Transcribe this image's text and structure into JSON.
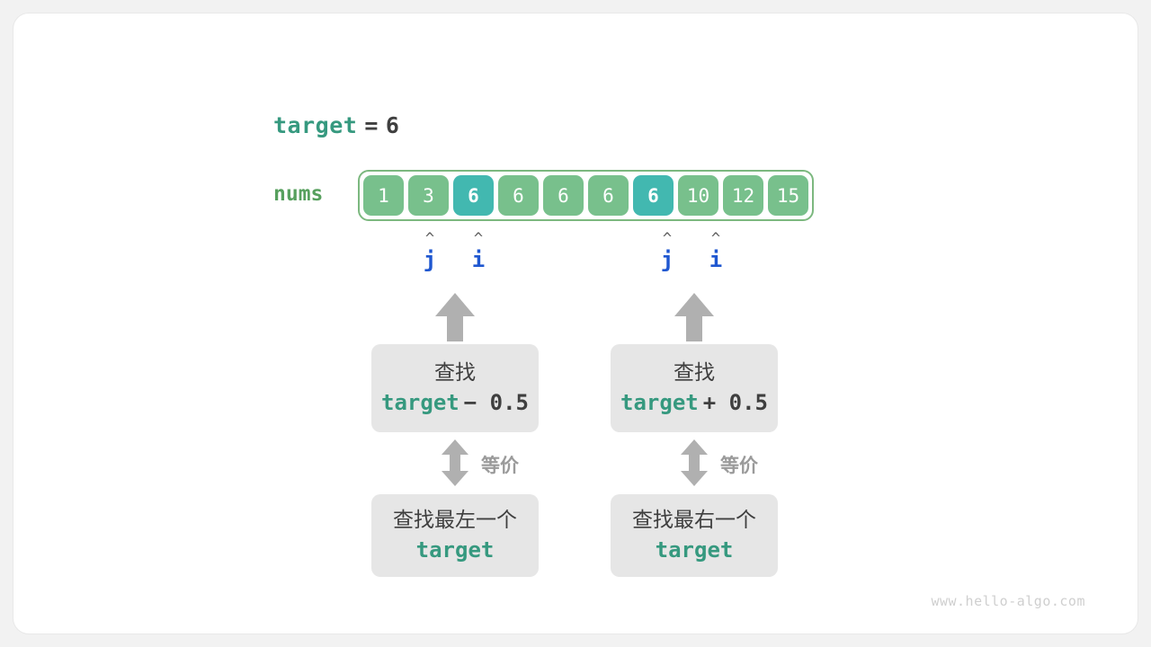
{
  "diagram": {
    "title_expr": {
      "var": "target",
      "op": "=",
      "value": "6"
    },
    "array": {
      "label": "nums",
      "values": [
        "1",
        "3",
        "6",
        "6",
        "6",
        "6",
        "6",
        "10",
        "12",
        "15"
      ],
      "highlighted_indices": [
        2,
        6
      ],
      "border_color": "#7cb87f",
      "cell_color": "#78c08c",
      "highlight_color": "#42b8b0"
    },
    "pointers": [
      {
        "caret": "^",
        "name": "j",
        "index": 1
      },
      {
        "caret": "^",
        "name": "i",
        "index": 2
      },
      {
        "caret": "^",
        "name": "j",
        "index": 6
      },
      {
        "caret": "^",
        "name": "i",
        "index": 7
      }
    ],
    "groups": [
      {
        "top_box": {
          "line1": "查找",
          "var": "target",
          "op": "− 0.5"
        },
        "equiv_label": "等价",
        "bottom_box": {
          "line1": "查找最左一个",
          "var": "target"
        }
      },
      {
        "top_box": {
          "line1": "查找",
          "var": "target",
          "op": "+ 0.5"
        },
        "equiv_label": "等价",
        "bottom_box": {
          "line1": "查找最右一个",
          "var": "target"
        }
      }
    ],
    "watermark": "www.hello-algo.com"
  },
  "colors": {
    "accent_teal": "#36997f",
    "array_green": "#78c08c",
    "highlight_teal": "#42b8b0",
    "pointer_blue": "#1f57d0",
    "arrow_gray": "#b0b0b0",
    "box_gray": "#e6e6e6"
  }
}
